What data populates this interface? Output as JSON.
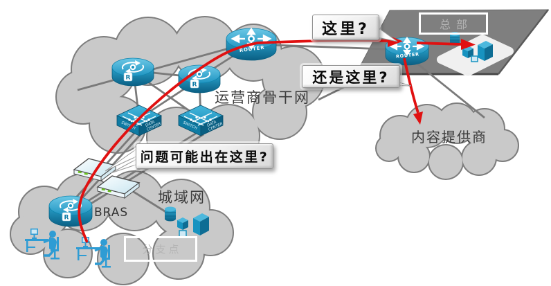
{
  "backbone": {
    "label": "运营商骨干网"
  },
  "metro": {
    "label": "城域网",
    "bras_label": "BRAS",
    "branch_label": "分支点"
  },
  "hq": {
    "label": "总部"
  },
  "content_provider": {
    "label": "内容提供商"
  },
  "callouts": {
    "here": "这里?",
    "or_here": "还是这里?",
    "problem": "问题可能出在这里?"
  },
  "device_labels": {
    "router": "ROUTER",
    "r_badge": "R",
    "switch": "SWITCH",
    "data_word": "DATA",
    "center_word": "CENTER"
  },
  "colors": {
    "cloud_fill": "#c9c9c9",
    "cloud_stroke": "#7d7d7d",
    "hq_fill": "#7f7f7f",
    "link_gray": "#7a7a7a",
    "path_red": "#e01111",
    "device_teal": "#1793c0",
    "device_teal_dark": "#0e6d94",
    "device_teal_light": "#4cb8dd",
    "callout_text": "#0a0a0a",
    "muted_label": "#b5b5b5"
  }
}
